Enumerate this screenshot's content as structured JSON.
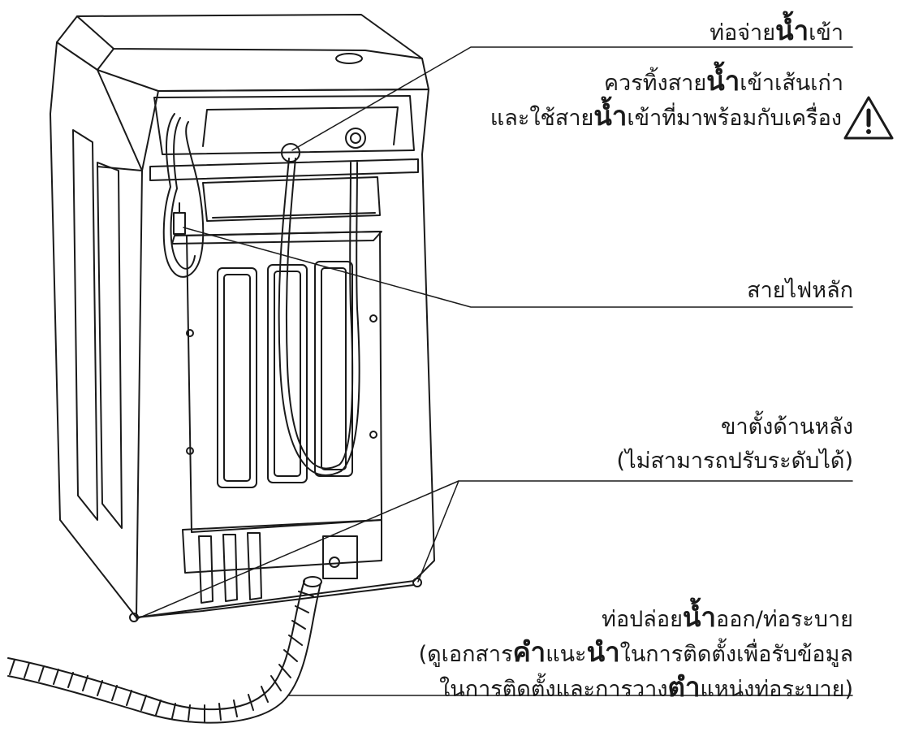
{
  "labels": {
    "inlet": {
      "line1": [
        "ท่อจ่าย",
        "น้ำ",
        "เข้า"
      ]
    },
    "warning": {
      "line1": [
        "ควรทิ้งสาย",
        "น้ำ",
        "เข้าเส้นเก่า"
      ],
      "line2": [
        "และใช้สาย",
        "น้ำ",
        "เข้าที่มาพร้อมกับเครื่อง"
      ]
    },
    "power": {
      "line1": "สายไฟหลัก"
    },
    "rear_leg": {
      "line1": "ขาตั้งด้านหลัง",
      "line2": "(ไม่สามารถปรับระดับได้)"
    },
    "drain": {
      "line1": [
        "ท่อปล่อย",
        "น้ำ",
        "ออก/ท่อระบาย"
      ],
      "line2": [
        "(ดูเอกสาร",
        "คำ",
        "แนะ",
        "นำ",
        "ในการติดตั้งเพื่อรับข้อมูล"
      ],
      "line3": [
        "ในการติดตั้งและการวาง",
        "ตำ",
        "แหน่งท่อระบาย)"
      ]
    }
  },
  "icons": {
    "warning": "warning-triangle-icon"
  },
  "colors": {
    "line": "#1a1a1a",
    "background": "#ffffff"
  }
}
